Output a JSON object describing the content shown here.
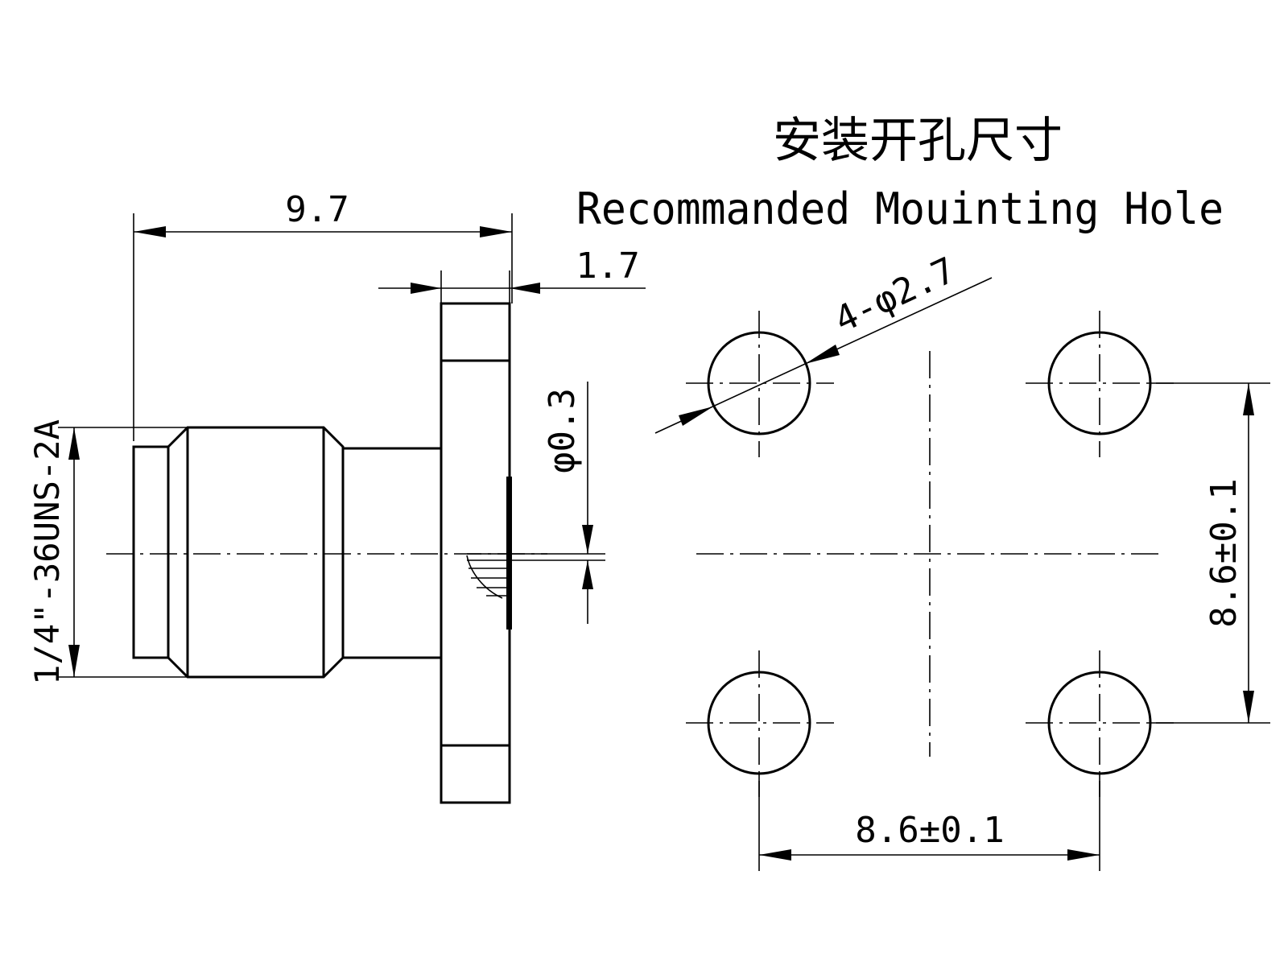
{
  "title_cn": "安装开孔尺寸",
  "title_en": "Recommanded Mouinting Hole",
  "dims": {
    "overall_length": "9.7",
    "flange_thickness": "1.7",
    "pin_diameter": "φ0.3",
    "thread": "1/4\"-36UNS-2A",
    "hole_callout": "4-φ2.7",
    "hole_spacing_v": "8.6±0.1",
    "hole_spacing_h": "8.6±0.1"
  }
}
